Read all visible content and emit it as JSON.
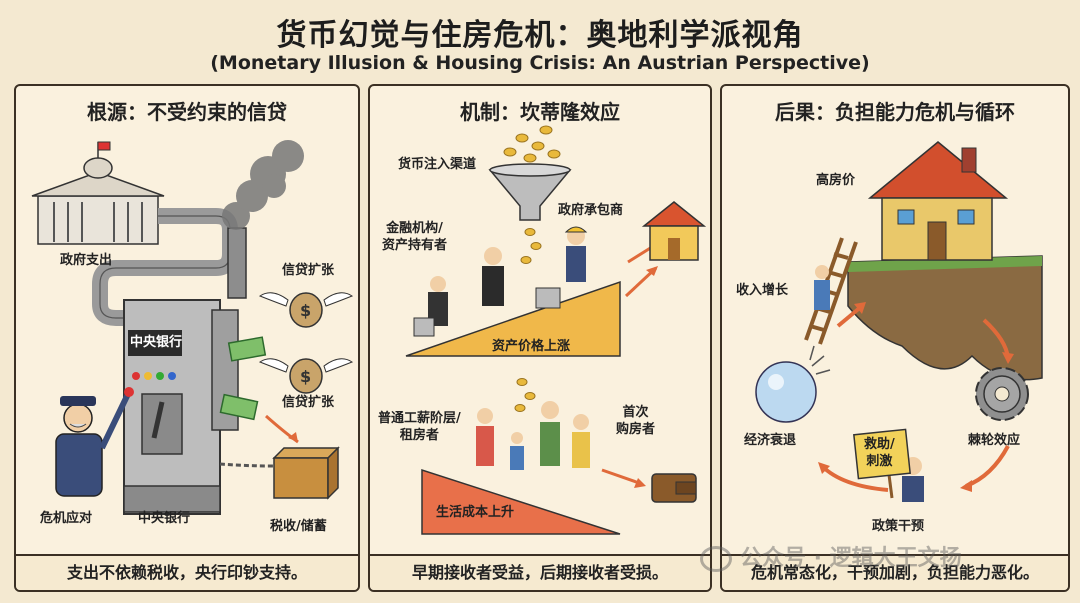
{
  "title": "货币幻觉与住房危机：奥地利学派视角",
  "subtitle": "(Monetary Illusion & Housing Crisis: An Austrian Perspective)",
  "panels": [
    {
      "heading": "根源：不受约束的信贷",
      "labels": {
        "gov_spending": "政府支出",
        "credit_expansion_1": "信贷扩张",
        "central_bank_sign": "中央银行",
        "credit_expansion_2": "信贷扩张",
        "crisis_response": "危机应对",
        "central_bank": "中央银行",
        "tax_savings": "税收/储蓄"
      },
      "footer": "支出不依赖税收，央行印钞支持。"
    },
    {
      "heading": "机制：坎蒂隆效应",
      "labels": {
        "injection_channel": "货币注入渠道",
        "financial_institutions": "金融机构/\n资产持有者",
        "gov_contractors": "政府承包商",
        "asset_prices_rise": "资产价格上涨",
        "workers_renters": "普通工薪阶层/\n租房者",
        "first_buyers": "首次\n购房者",
        "living_cost_rise": "生活成本上升"
      },
      "footer": "早期接收者受益，后期接收者受损。"
    },
    {
      "heading": "后果：负担能力危机与循环",
      "labels": {
        "high_prices": "高房价",
        "income_growth": "收入增长",
        "recession": "经济衰退",
        "ratchet_effect": "棘轮效应",
        "bailout_sign": "救助/\n刺激",
        "policy_intervention": "政策干预"
      },
      "footer": "危机常态化，干预加剧，负担能力恶化。"
    }
  ],
  "watermark": "公众号 · 逻辑大王文扬",
  "colors": {
    "background": "#f4e9d1",
    "border": "#3b3024",
    "arrow": "#e06a3a",
    "ramp": "#f0b84a",
    "ramp_red": "#e8704a"
  }
}
